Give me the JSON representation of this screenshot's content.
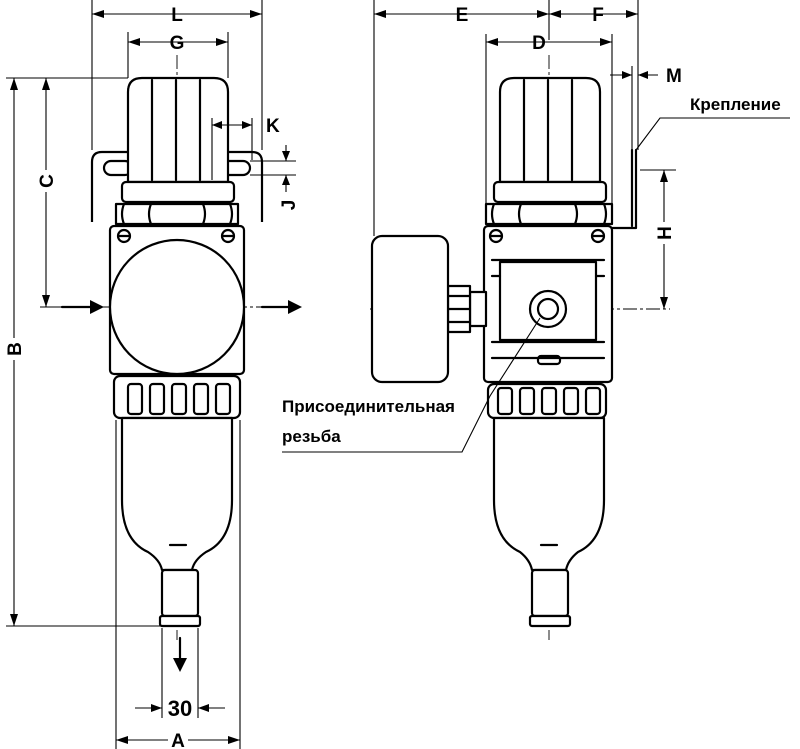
{
  "dimensions": {
    "L": "L",
    "G": "G",
    "K": "K",
    "J": "J",
    "C": "C",
    "B": "B",
    "A": "A",
    "port_size": "30",
    "E": "E",
    "F": "F",
    "D": "D",
    "M": "M",
    "H": "H"
  },
  "callouts": {
    "mounting": "Крепление",
    "thread_line1": "Присоединительная",
    "thread_line2": "резьба"
  }
}
